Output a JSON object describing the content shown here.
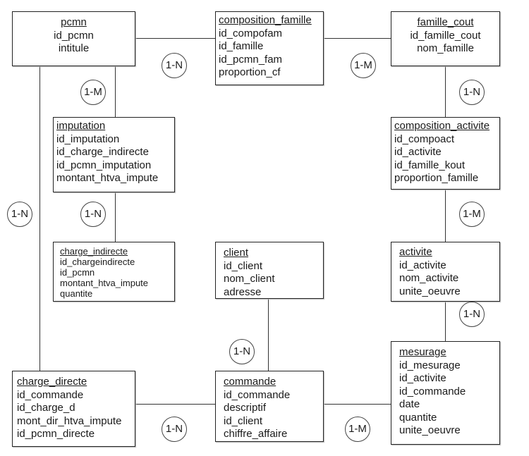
{
  "entities": {
    "pcmn": {
      "title": "pcmn",
      "fields": [
        "id_pcmn",
        "intitule"
      ]
    },
    "composition_famille": {
      "title": "composition_famille",
      "fields": [
        "id_compofam",
        "id_famille",
        "id_pcmn_fam",
        "proportion_cf"
      ]
    },
    "famille_cout": {
      "title": "famille_cout",
      "fields": [
        "id_famille_cout",
        "nom_famille"
      ]
    },
    "imputation": {
      "title": "imputation",
      "fields": [
        "id_imputation",
        "id_charge_indirecte",
        "id_pcmn_imputation",
        "montant_htva_impute"
      ]
    },
    "composition_activite": {
      "title": "composition_activite",
      "fields": [
        "id_compoact",
        "id_activite",
        "id_famille_kout",
        "proportion_famille"
      ]
    },
    "charge_indirecte": {
      "title": "charge_indirecte",
      "fields": [
        "id_chargeindirecte",
        "id_pcmn",
        "montant_htva_impute",
        "quantite"
      ]
    },
    "client": {
      "title": "client",
      "fields": [
        "id_client",
        "nom_client",
        "adresse"
      ]
    },
    "activite": {
      "title": "activite",
      "fields": [
        "id_activite",
        "nom_activite",
        "unite_oeuvre"
      ]
    },
    "mesurage": {
      "title": "mesurage",
      "fields": [
        "id_mesurage",
        "id_activite",
        "id_commande",
        "date",
        "quantite",
        "unite_oeuvre"
      ]
    },
    "charge_directe": {
      "title": "charge_directe",
      "fields": [
        "id_commande",
        "id_charge_d",
        "mont_dir_htva_impute",
        "id_pcmn_directe"
      ]
    },
    "commande": {
      "title": "commande",
      "fields": [
        "id_commande",
        "descriptif",
        "id_client",
        "chiffre_affaire"
      ]
    }
  },
  "relationships": [
    {
      "from": "pcmn",
      "to": "composition_famille",
      "cardinality": "1-N"
    },
    {
      "from": "composition_famille",
      "to": "famille_cout",
      "cardinality": "1-M"
    },
    {
      "from": "pcmn",
      "to": "imputation",
      "cardinality": "1-M"
    },
    {
      "from": "famille_cout",
      "to": "composition_activite",
      "cardinality": "1-N"
    },
    {
      "from": "pcmn",
      "to": "charge_directe",
      "cardinality": "1-N"
    },
    {
      "from": "imputation",
      "to": "charge_indirecte",
      "cardinality": "1-N"
    },
    {
      "from": "composition_activite",
      "to": "activite",
      "cardinality": "1-M"
    },
    {
      "from": "activite",
      "to": "mesurage",
      "cardinality": "1-N"
    },
    {
      "from": "client",
      "to": "commande",
      "cardinality": "1-N"
    },
    {
      "from": "charge_directe",
      "to": "commande",
      "cardinality": "1-N"
    },
    {
      "from": "commande",
      "to": "mesurage",
      "cardinality": "1-M"
    }
  ]
}
